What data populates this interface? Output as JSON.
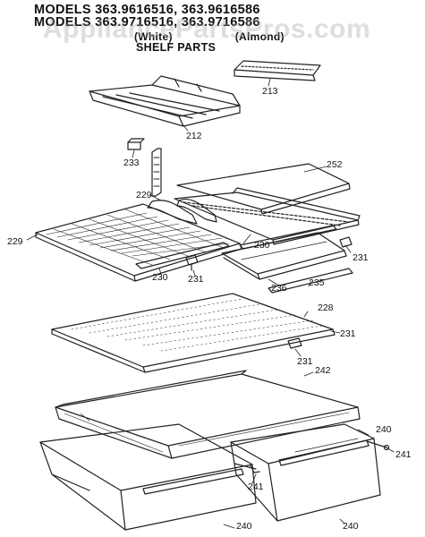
{
  "header": {
    "line1": "MODELS 363.9616516, 363.9616586",
    "line2": "MODELS 363.9716516, 363.9716586",
    "line3a": "(White)",
    "line3b": "(Almond)",
    "title": "SHELF PARTS"
  },
  "watermark": "AppliancePartsPros.com",
  "parts": {
    "p213": "213",
    "p212": "212",
    "p233": "233",
    "p252": "252",
    "p229a": "229",
    "p229b": "229",
    "p230a": "230",
    "p230b": "230",
    "p231a": "231",
    "p231b": "231",
    "p231c": "231",
    "p231d": "231",
    "p236": "236",
    "p235": "235",
    "p228": "228",
    "p242": "242",
    "p240a": "240",
    "p240b": "240",
    "p240c": "240",
    "p241a": "241",
    "p241b": "241"
  }
}
